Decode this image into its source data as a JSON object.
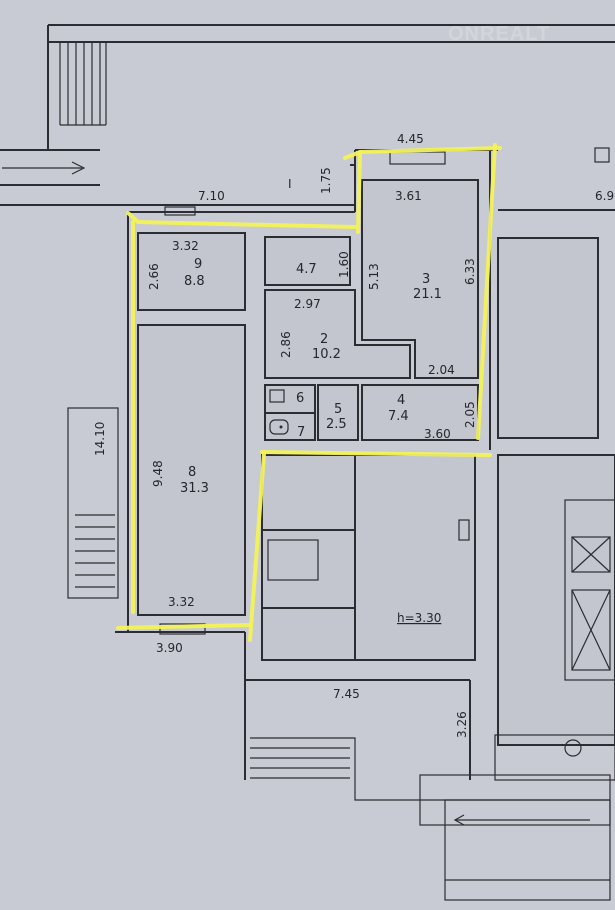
{
  "plan": {
    "watermark": "ONREALT",
    "corridor_mark": "I",
    "ceiling_height": "h=3.30",
    "rooms": [
      {
        "number": "9",
        "area": "8.8"
      },
      {
        "number": "",
        "area": "4.7"
      },
      {
        "number": "2",
        "area": "10.2"
      },
      {
        "number": "3",
        "area": "21.1"
      },
      {
        "number": "4",
        "area": "7.4"
      },
      {
        "number": "5",
        "area": "2.5"
      },
      {
        "number": "6",
        "area": ""
      },
      {
        "number": "7",
        "area": ""
      },
      {
        "number": "8",
        "area": "31.3"
      }
    ],
    "dimensions": {
      "top_balcony": "4.45",
      "room3_width": "3.61",
      "right_edge": "6.9",
      "entrance_width": "7.10",
      "entrance_depth": "1.75",
      "room9_width": "3.32",
      "room9_depth": "2.66",
      "hall_depth": "1.60",
      "hall_width": "2.97",
      "room3_depth_left": "5.13",
      "room3_depth_right": "6.33",
      "room2_depth": "2.86",
      "room3_bottom": "2.04",
      "room4_depth": "2.05",
      "room4_width": "3.60",
      "stair_length": "14.10",
      "room8_depth": "9.48",
      "room8_width": "3.32",
      "bottom_left": "3.90",
      "porch_width": "7.45",
      "porch_depth": "3.26"
    },
    "highlight_color": "#f3f25a"
  }
}
